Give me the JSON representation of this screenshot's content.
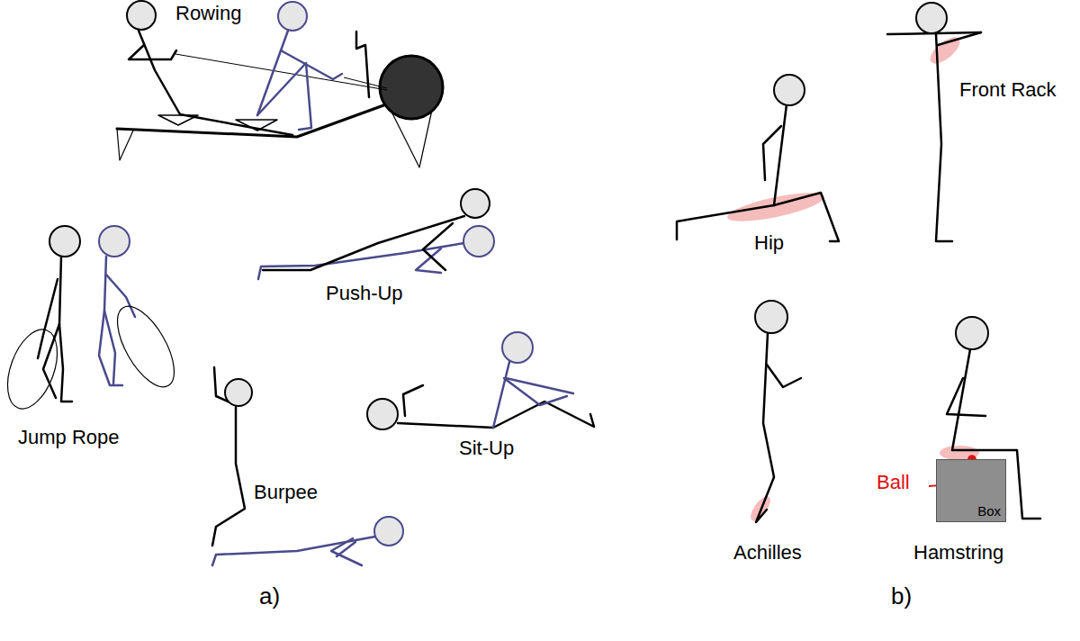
{
  "diagram": {
    "nodes": [
      {
        "text": [
          "Box"
        ]
      }
    ],
    "labels": [
      "Rowing",
      "Push-Up",
      "Jump Rope",
      "Sit-Up",
      "Burpee",
      "a)",
      "Front Rack",
      "Hip",
      "Ball",
      "Achilles",
      "Hamstring",
      "b)"
    ]
  }
}
